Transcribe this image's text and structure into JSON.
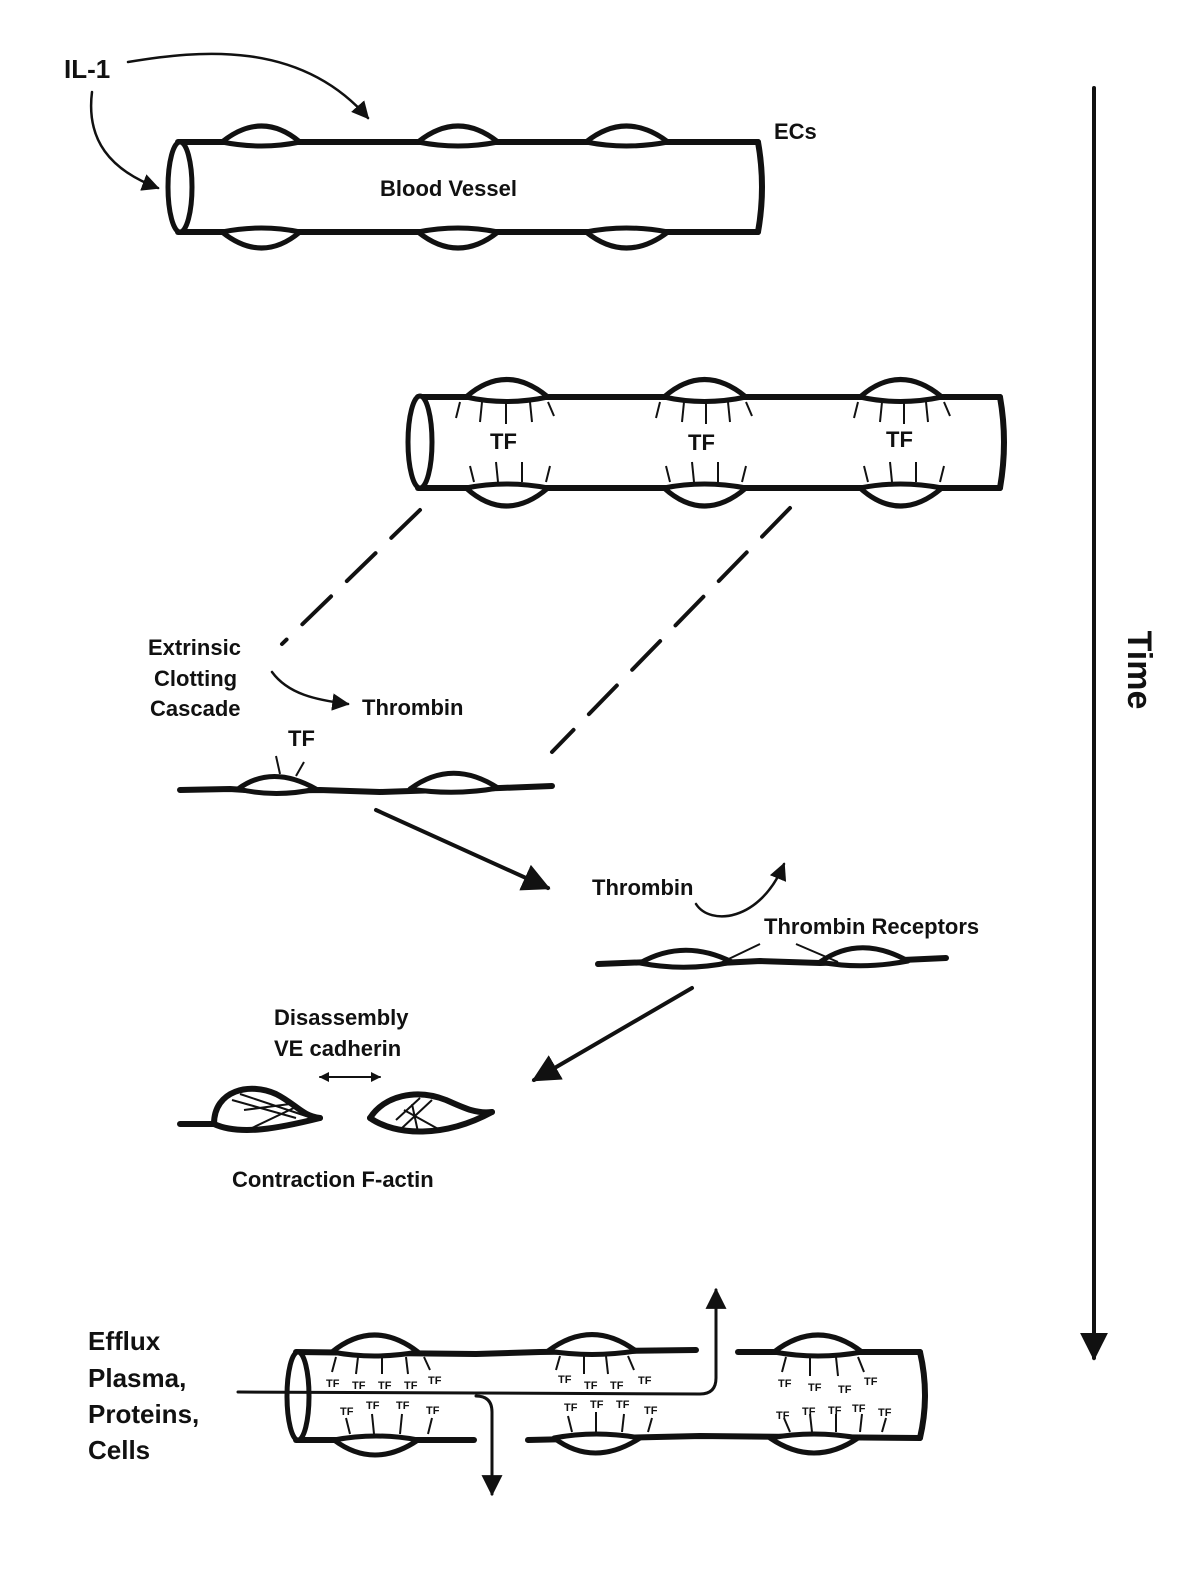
{
  "labels": {
    "il1": "IL-1",
    "ecs": "ECs",
    "blood_vessel": "Blood Vessel",
    "tf": "TF",
    "extrinsic_line1": "Extrinsic",
    "extrinsic_line2": "Clotting",
    "extrinsic_line3": "Cascade",
    "thrombin": "Thrombin",
    "thrombin_receptors": "Thrombin Receptors",
    "disassembly_line1": "Disassembly",
    "disassembly_line2": "VE cadherin",
    "contraction": "Contraction F-actin",
    "time": "Time",
    "efflux_line1": "Efflux",
    "efflux_line2": "Plasma,",
    "efflux_line3": "Proteins,",
    "efflux_line4": "Cells"
  },
  "colors": {
    "ink": "#111111",
    "background": "#ffffff"
  }
}
